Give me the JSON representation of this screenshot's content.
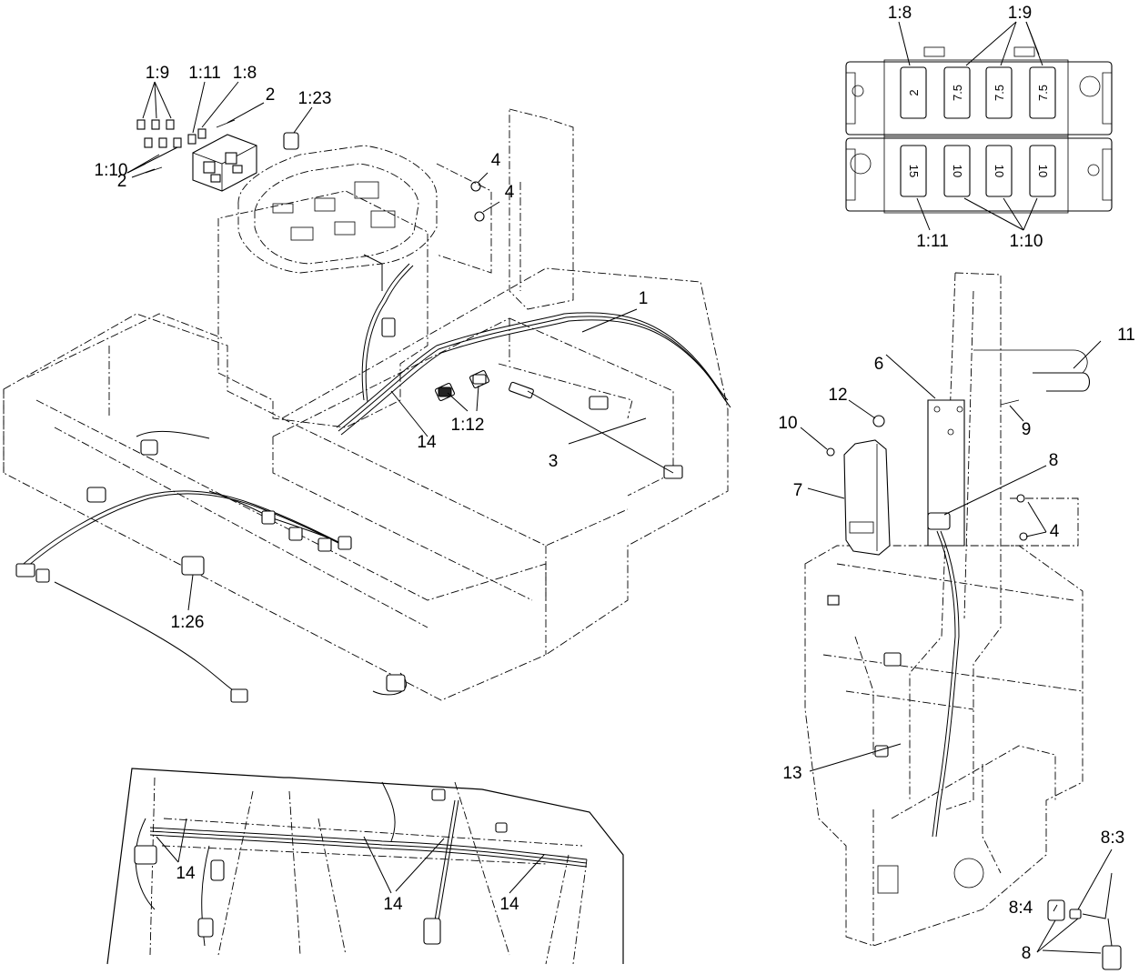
{
  "callouts": {
    "c1": "1",
    "c2a": "2",
    "c2b": "2",
    "c3": "3",
    "c4a": "4",
    "c4b": "4",
    "c4c": "4",
    "c6": "6",
    "c7": "7",
    "c8a": "8",
    "c8b": "8",
    "c9": "9",
    "c10": "10",
    "c11": "11",
    "c12": "12",
    "c13": "13",
    "c14a": "14",
    "c14b": "14",
    "c14c": "14",
    "c14d": "14",
    "c1_8a": "1:8",
    "c1_8b": "1:8",
    "c1_9a": "1:9",
    "c1_9b": "1:9",
    "c1_10a": "1:10",
    "c1_10b": "1:10",
    "c1_11a": "1:11",
    "c1_11b": "1:11",
    "c1_12": "1:12",
    "c1_23": "1:23",
    "c1_26": "1:26",
    "c8_3": "8:3",
    "c8_4": "8:4"
  },
  "fuses": {
    "top": [
      "2",
      "7.5",
      "7.5",
      "7.5"
    ],
    "bottom": [
      "15",
      "10",
      "10",
      "10"
    ]
  }
}
